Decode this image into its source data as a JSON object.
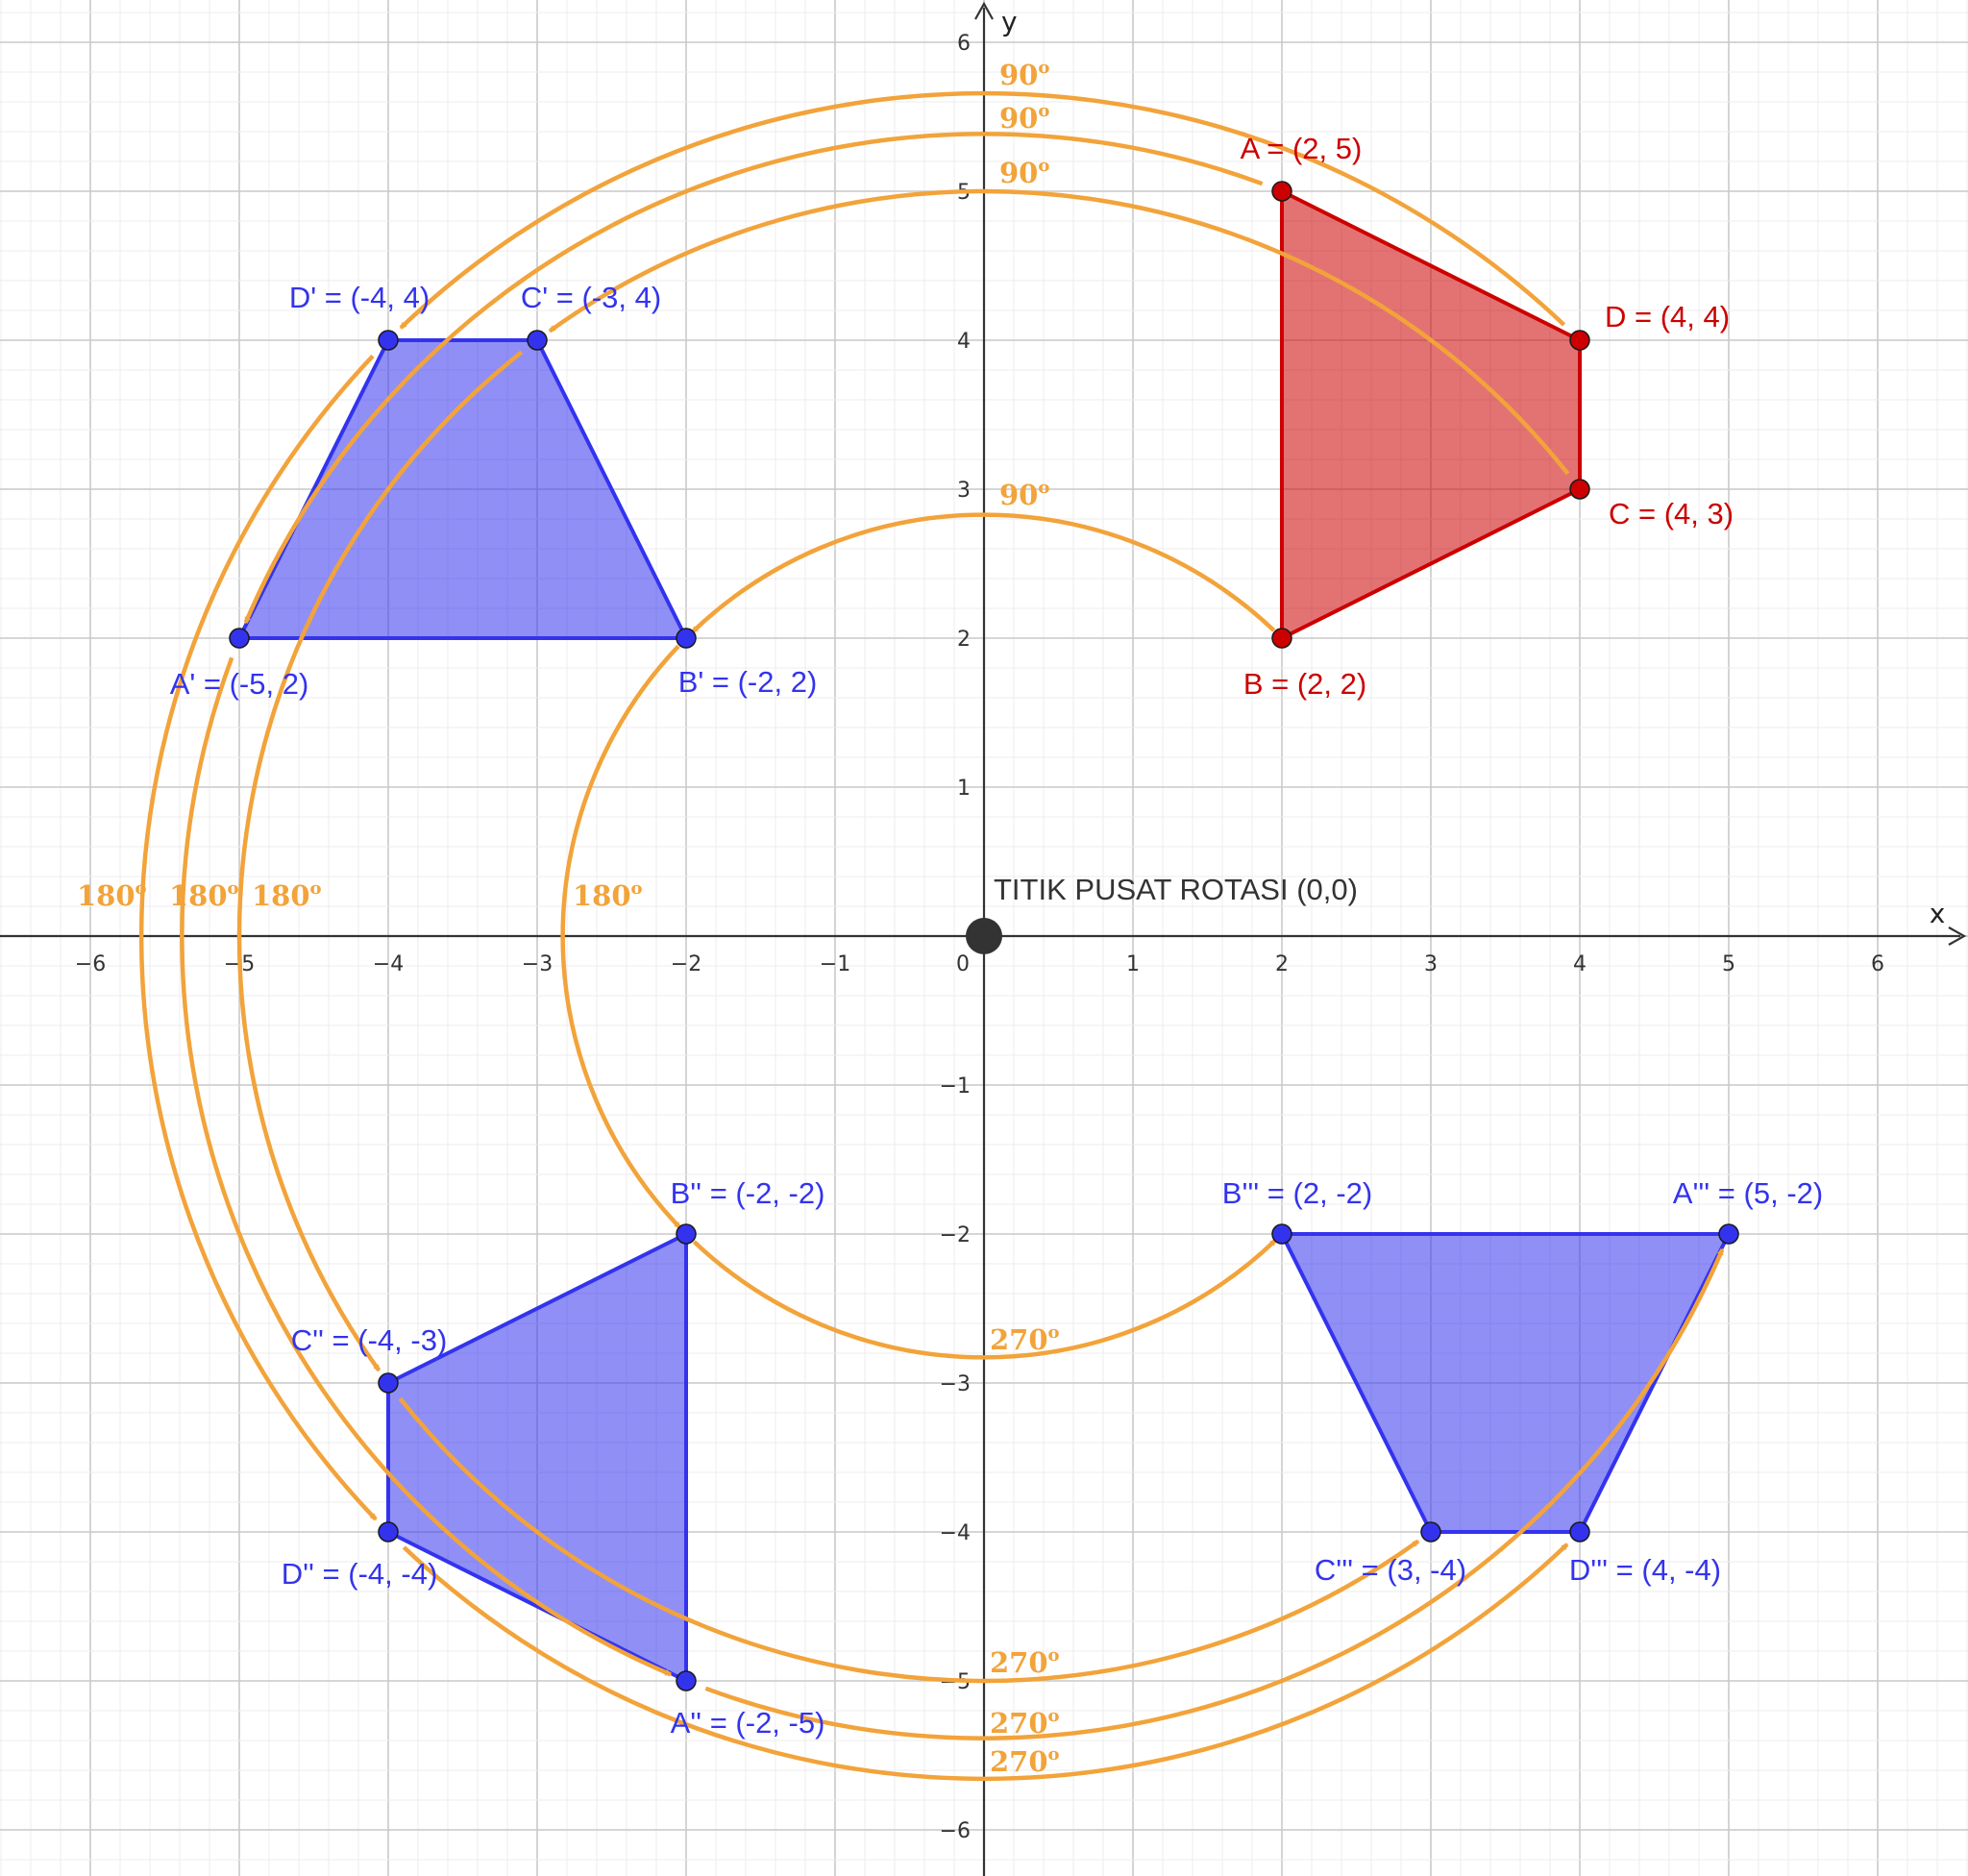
{
  "chart_data": {
    "type": "scatter",
    "xlabel": "x",
    "ylabel": "y",
    "xlim": [
      -6.6,
      6.6
    ],
    "ylim": [
      -6.3,
      6.3
    ],
    "x_ticks": [
      -6,
      -5,
      -4,
      -3,
      -2,
      -1,
      0,
      1,
      2,
      3,
      4,
      5,
      6
    ],
    "y_ticks": [
      -6,
      -5,
      -4,
      -3,
      -2,
      -1,
      1,
      2,
      3,
      4,
      5,
      6
    ],
    "grid": true,
    "center": {
      "x": 0,
      "y": 0,
      "label": "TITIK PUSAT ROTASI (0,0)"
    },
    "colors": {
      "original": "#cc0000",
      "image": "#3333ee",
      "arc": "#f2a33a"
    },
    "polygons": [
      {
        "id": "original",
        "color": "original",
        "points": [
          {
            "name": "A",
            "x": 2,
            "y": 5,
            "label": "A = (2, 5)"
          },
          {
            "name": "D",
            "x": 4,
            "y": 4,
            "label": "D = (4, 4)"
          },
          {
            "name": "C",
            "x": 4,
            "y": 3,
            "label": "C = (4, 3)"
          },
          {
            "name": "B",
            "x": 2,
            "y": 2,
            "label": "B = (2, 2)"
          }
        ]
      },
      {
        "id": "rot90",
        "color": "image",
        "points": [
          {
            "name": "D'",
            "x": -4,
            "y": 4,
            "label": "D' = (-4, 4)"
          },
          {
            "name": "C'",
            "x": -3,
            "y": 4,
            "label": "C' = (-3, 4)"
          },
          {
            "name": "B'",
            "x": -2,
            "y": 2,
            "label": "B' = (-2, 2)"
          },
          {
            "name": "A'",
            "x": -5,
            "y": 2,
            "label": "A' = (-5, 2)"
          }
        ]
      },
      {
        "id": "rot180",
        "color": "image",
        "points": [
          {
            "name": "B''",
            "x": -2,
            "y": -2,
            "label": "B'' = (-2, -2)"
          },
          {
            "name": "A''",
            "x": -2,
            "y": -5,
            "label": "A'' = (-2, -5)"
          },
          {
            "name": "D''",
            "x": -4,
            "y": -4,
            "label": "D'' = (-4, -4)"
          },
          {
            "name": "C''",
            "x": -4,
            "y": -3,
            "label": "C'' = (-4, -3)"
          }
        ]
      },
      {
        "id": "rot270",
        "color": "image",
        "points": [
          {
            "name": "B'''",
            "x": 2,
            "y": -2,
            "label": "B''' = (2, -2)"
          },
          {
            "name": "A'''",
            "x": 5,
            "y": -2,
            "label": "A''' = (5, -2)"
          },
          {
            "name": "D'''",
            "x": 4,
            "y": -4,
            "label": "D''' = (4, -4)"
          },
          {
            "name": "C'''",
            "x": 3,
            "y": -4,
            "label": "C''' = (3, -4)"
          }
        ]
      }
    ],
    "arcs": [
      {
        "point": "A",
        "radius": 5.385,
        "from_deg": 68.2,
        "to_deg": 158.2,
        "label": "90",
        "sup": "o"
      },
      {
        "point": "D",
        "radius": 5.657,
        "from_deg": 45,
        "to_deg": 135,
        "label": "90",
        "sup": "o"
      },
      {
        "point": "C",
        "radius": 5.0,
        "from_deg": 36.87,
        "to_deg": 126.87,
        "label": "90",
        "sup": "o"
      },
      {
        "point": "B",
        "radius": 2.828,
        "from_deg": 45,
        "to_deg": 135,
        "label": "90",
        "sup": "o"
      },
      {
        "point": "A'",
        "radius": 5.385,
        "from_deg": 158.2,
        "to_deg": 248.2,
        "label": "180",
        "sup": "o"
      },
      {
        "point": "D'",
        "radius": 5.657,
        "from_deg": 135,
        "to_deg": 225,
        "label": "180",
        "sup": "o"
      },
      {
        "point": "C'",
        "radius": 5.0,
        "from_deg": 126.87,
        "to_deg": 216.87,
        "label": "180",
        "sup": "o"
      },
      {
        "point": "B'",
        "radius": 2.828,
        "from_deg": 135,
        "to_deg": 225,
        "label": "180",
        "sup": "o"
      },
      {
        "point": "A''",
        "radius": 5.385,
        "from_deg": 248.2,
        "to_deg": 338.2,
        "label": "270",
        "sup": "o"
      },
      {
        "point": "D''",
        "radius": 5.657,
        "from_deg": 225,
        "to_deg": 315,
        "label": "270",
        "sup": "o"
      },
      {
        "point": "C''",
        "radius": 5.0,
        "from_deg": 216.87,
        "to_deg": 306.87,
        "label": "270",
        "sup": "o"
      },
      {
        "point": "B''",
        "radius": 2.828,
        "from_deg": 225,
        "to_deg": 315,
        "label": "270",
        "sup": "o"
      }
    ]
  }
}
